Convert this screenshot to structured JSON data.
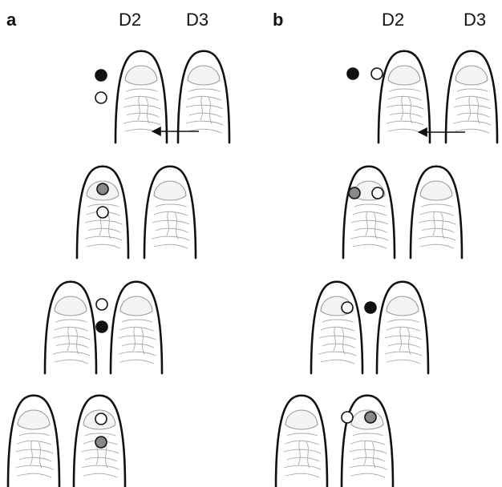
{
  "panels": {
    "a": {
      "label": "a",
      "digit_labels": [
        "D2",
        "D3"
      ]
    },
    "b": {
      "label": "b",
      "digit_labels": [
        "D2",
        "D3"
      ]
    }
  },
  "legend_colors": {
    "black": "#111111",
    "white": "#ffffff",
    "gray": "#888888"
  },
  "rows": [
    {
      "panel": "a",
      "row": 1,
      "dots": [
        "black",
        "white"
      ],
      "has_arrow": true
    },
    {
      "panel": "a",
      "row": 2,
      "dots": [
        "gray",
        "white"
      ],
      "has_arrow": false
    },
    {
      "panel": "a",
      "row": 3,
      "dots": [
        "white",
        "black"
      ],
      "has_arrow": false
    },
    {
      "panel": "a",
      "row": 4,
      "dots": [
        "white",
        "gray"
      ],
      "has_arrow": false
    },
    {
      "panel": "b",
      "row": 1,
      "dots": [
        "black",
        "white"
      ],
      "has_arrow": true
    },
    {
      "panel": "b",
      "row": 2,
      "dots": [
        "gray",
        "white"
      ],
      "has_arrow": false
    },
    {
      "panel": "b",
      "row": 3,
      "dots": [
        "white",
        "black"
      ],
      "has_arrow": false
    },
    {
      "panel": "b",
      "row": 4,
      "dots": [
        "white",
        "gray"
      ],
      "has_arrow": false
    }
  ]
}
